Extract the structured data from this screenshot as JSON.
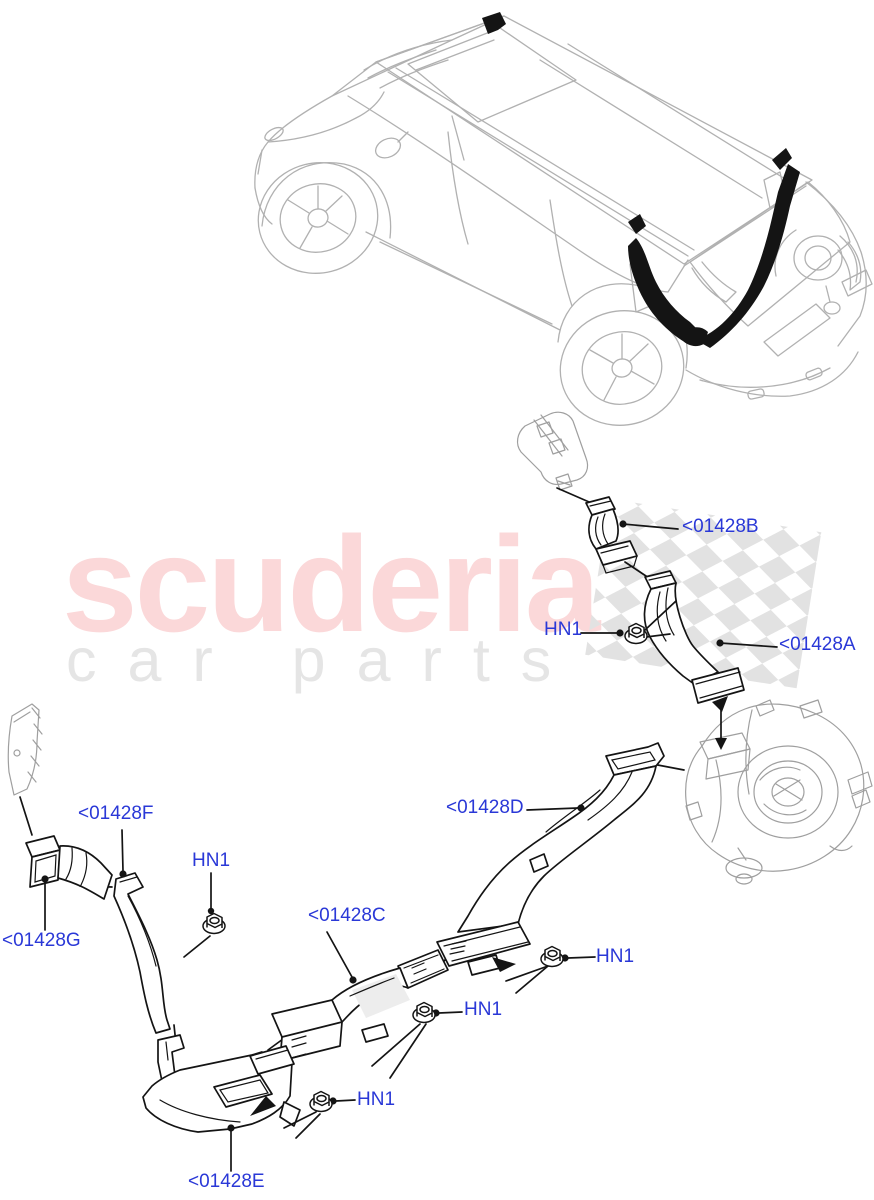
{
  "watermark": {
    "brand": "scuderia",
    "tagline": "car parts"
  },
  "colors": {
    "label_blue": "#2a38d7",
    "ink": "#141414",
    "car_line": "#b1b1b1",
    "gray_art": "#9f9f9f",
    "wm_pink": "#fbd8d9",
    "wm_gray": "#e5e5e5",
    "checker": "#e2e2e2"
  },
  "labels": [
    {
      "id": "01428B",
      "text": "<01428B"
    },
    {
      "id": "HN1-top",
      "text": "HN1"
    },
    {
      "id": "01428A",
      "text": "<01428A"
    },
    {
      "id": "01428F",
      "text": "<01428F"
    },
    {
      "id": "HN1-left",
      "text": "HN1"
    },
    {
      "id": "01428D",
      "text": "<01428D"
    },
    {
      "id": "01428G",
      "text": "<01428G"
    },
    {
      "id": "01428C",
      "text": "<01428C"
    },
    {
      "id": "HN1-right",
      "text": "HN1"
    },
    {
      "id": "HN1-mid",
      "text": "HN1"
    },
    {
      "id": "HN1-bottom",
      "text": "HN1"
    },
    {
      "id": "01428E",
      "text": "<01428E"
    }
  ]
}
